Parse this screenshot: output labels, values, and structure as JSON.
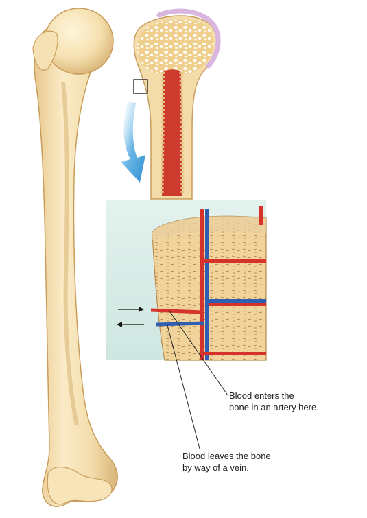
{
  "labels": {
    "artery_line1": "Blood enters the",
    "artery_line2": "bone in an artery here.",
    "vein_line1": "Blood leaves the bone",
    "vein_line2": "by way of a vein."
  },
  "colors": {
    "bone": "#f3dcaa",
    "bone_shade": "#d9b77a",
    "marrow_red": "#cc3b2e",
    "artery": "#d6322c",
    "vein": "#2f5fb3",
    "cartilage": "#d9b6e0",
    "zoom_arrow": "#4aa3dc",
    "inset_bg": "#dcefea"
  }
}
